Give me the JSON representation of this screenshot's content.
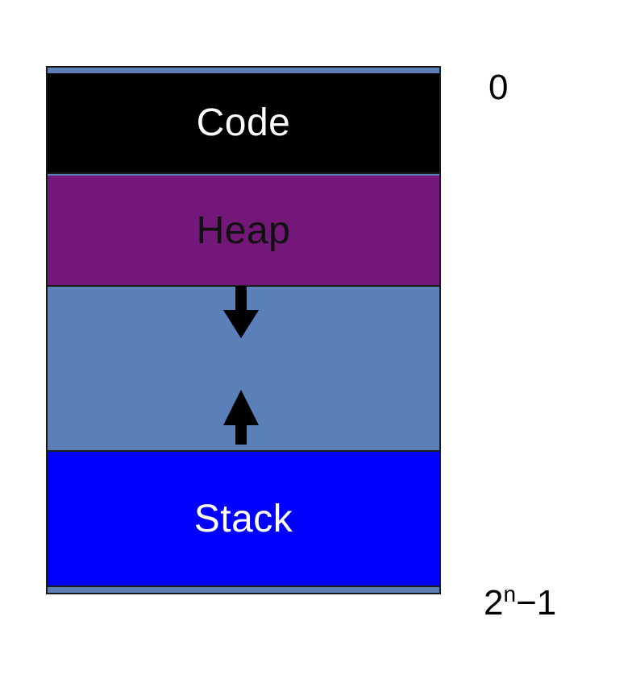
{
  "segments": [
    {
      "id": "code",
      "label": "Code",
      "fill": "#000000",
      "text_color": "#ffffff"
    },
    {
      "id": "heap",
      "label": "Heap",
      "fill": "#731879",
      "text_color": "#111111"
    },
    {
      "id": "free",
      "label": "",
      "fill": "#5b7fb9",
      "text_color": "#000000"
    },
    {
      "id": "stack",
      "label": "Stack",
      "fill": "#0000ff",
      "text_color": "#ffffff"
    }
  ],
  "addresses": {
    "top": "0",
    "bottom_base": "2",
    "bottom_exponent": "n",
    "bottom_suffix": "−1"
  },
  "arrows": {
    "heap_growth": "down",
    "stack_growth": "up"
  }
}
